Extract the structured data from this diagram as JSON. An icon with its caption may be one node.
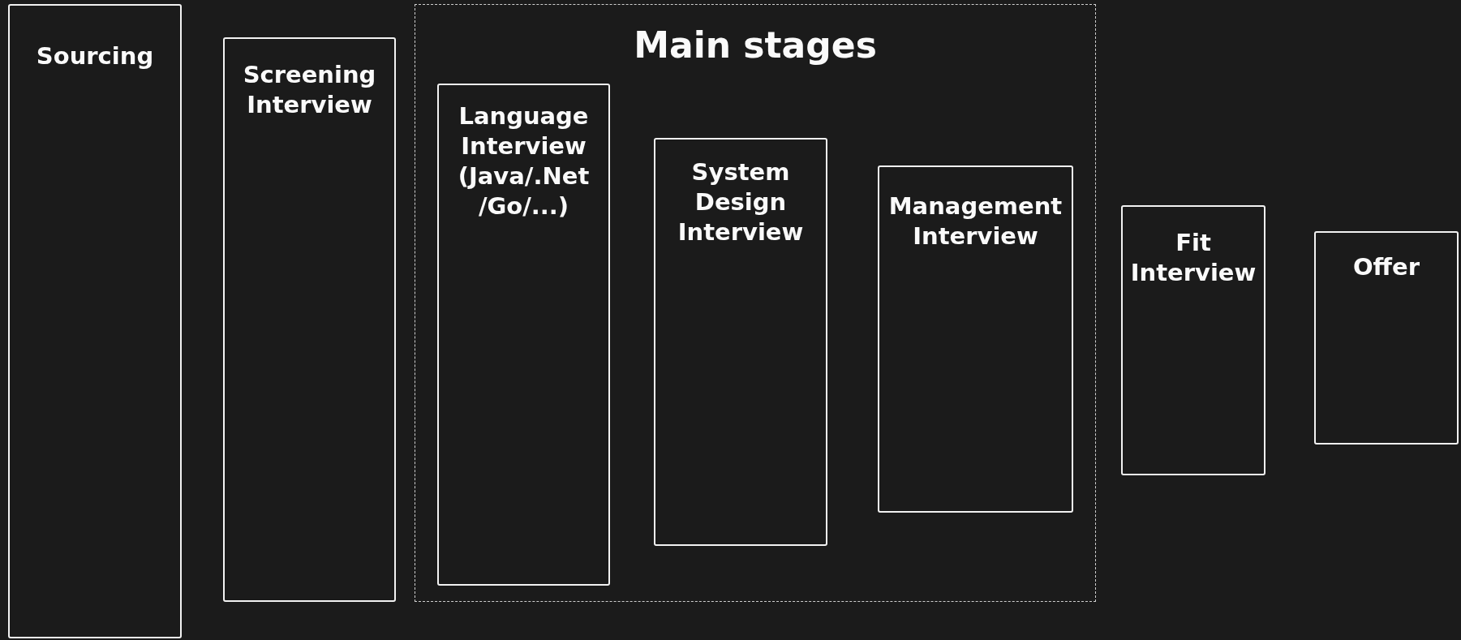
{
  "diagram": {
    "nodes": [
      {
        "text": [
          "Sourcing"
        ]
      },
      {
        "text": [
          "Screening Interview"
        ]
      },
      {
        "text": [
          "Main stages"
        ]
      },
      {
        "text": [
          "Language Interview (Java/.Net /Go/...)"
        ],
        "in": 2
      },
      {
        "text": [
          "System Design Interview"
        ],
        "in": 2
      },
      {
        "text": [
          "Management Interview"
        ],
        "in": 2
      },
      {
        "text": [
          "Fit Interview"
        ]
      },
      {
        "text": [
          "Offer"
        ]
      }
    ],
    "edges": []
  }
}
